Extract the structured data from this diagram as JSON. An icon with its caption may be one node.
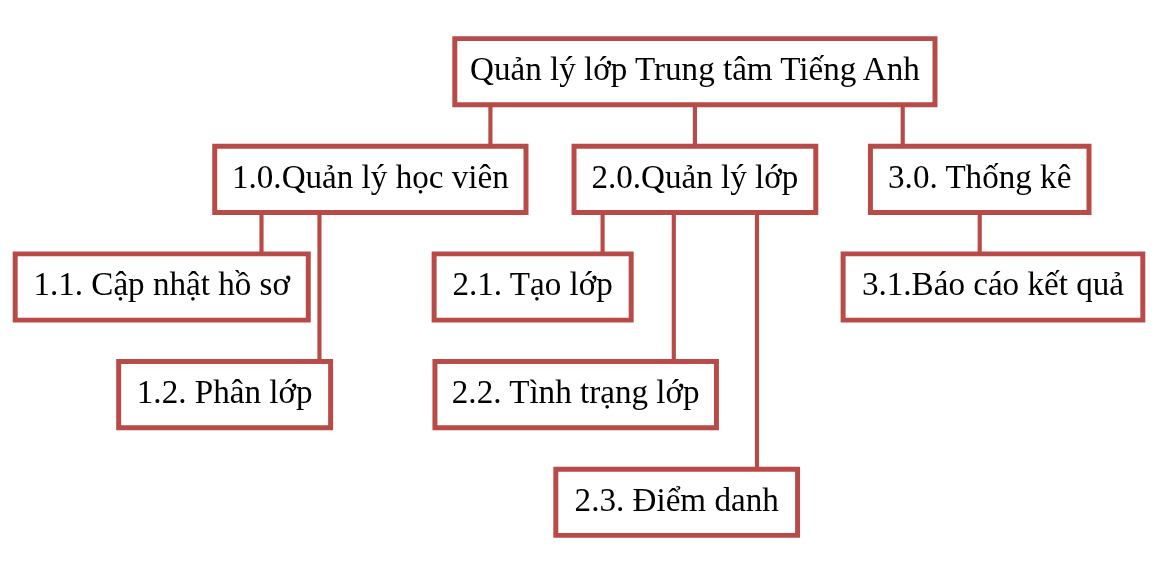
{
  "diagram": {
    "nodes": [
      {
        "text": [
          "Quản lý lớp Trung tâm Tiếng Anh"
        ]
      },
      {
        "text": [
          "1.0.Quản lý học viên"
        ]
      },
      {
        "text": [
          "2.0.Quản lý lớp"
        ]
      },
      {
        "text": [
          "3.0. Thống kê"
        ]
      },
      {
        "text": [
          "1.1. Cập nhật hồ sơ"
        ]
      },
      {
        "text": [
          "1.2. Phân lớp"
        ]
      },
      {
        "text": [
          "2.1. Tạo lớp"
        ]
      },
      {
        "text": [
          "2.2. Tình trạng lớp"
        ]
      },
      {
        "text": [
          "2.3. Điểm danh"
        ]
      },
      {
        "text": [
          "3.1.Báo cáo kết quả"
        ]
      }
    ],
    "edges": [
      {
        "from": 0,
        "to": 1,
        "arrow": "none"
      },
      {
        "from": 0,
        "to": 2,
        "arrow": "none"
      },
      {
        "from": 0,
        "to": 3,
        "arrow": "none"
      },
      {
        "from": 1,
        "to": 4,
        "arrow": "none"
      },
      {
        "from": 1,
        "to": 5,
        "arrow": "none"
      },
      {
        "from": 2,
        "to": 6,
        "arrow": "none"
      },
      {
        "from": 2,
        "to": 7,
        "arrow": "none"
      },
      {
        "from": 2,
        "to": 8,
        "arrow": "none"
      },
      {
        "from": 3,
        "to": 9,
        "arrow": "none"
      }
    ]
  }
}
